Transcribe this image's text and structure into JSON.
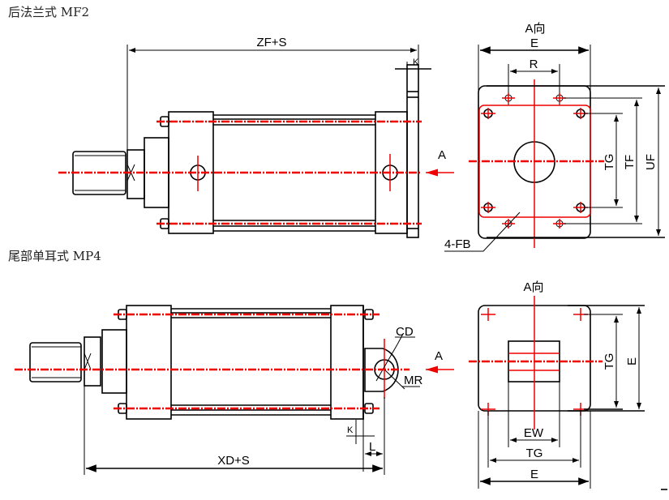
{
  "top": {
    "title": "后法兰式 MF2",
    "dim_zf": "ZF+S",
    "dim_k": "K",
    "arrow_label": "A",
    "view_label": "A向",
    "dim_e": "E",
    "dim_r": "R",
    "dim_tg": "TG",
    "dim_tf": "TF",
    "dim_uf": "UF",
    "hole_label": "4-FB"
  },
  "bottom": {
    "title": "尾部单耳式 MP4",
    "dim_cd": "CD",
    "dim_mr": "MR",
    "arrow_label": "A",
    "dim_k": "K",
    "dim_l": "L",
    "dim_xd": "XD+S",
    "view_label": "A向",
    "dim_tg_v": "TG",
    "dim_e_v": "E",
    "dim_ew": "EW",
    "dim_tg_h": "TG",
    "dim_e_h": "E"
  },
  "colors": {
    "line": "#000000",
    "centerline": "#ee0000"
  }
}
